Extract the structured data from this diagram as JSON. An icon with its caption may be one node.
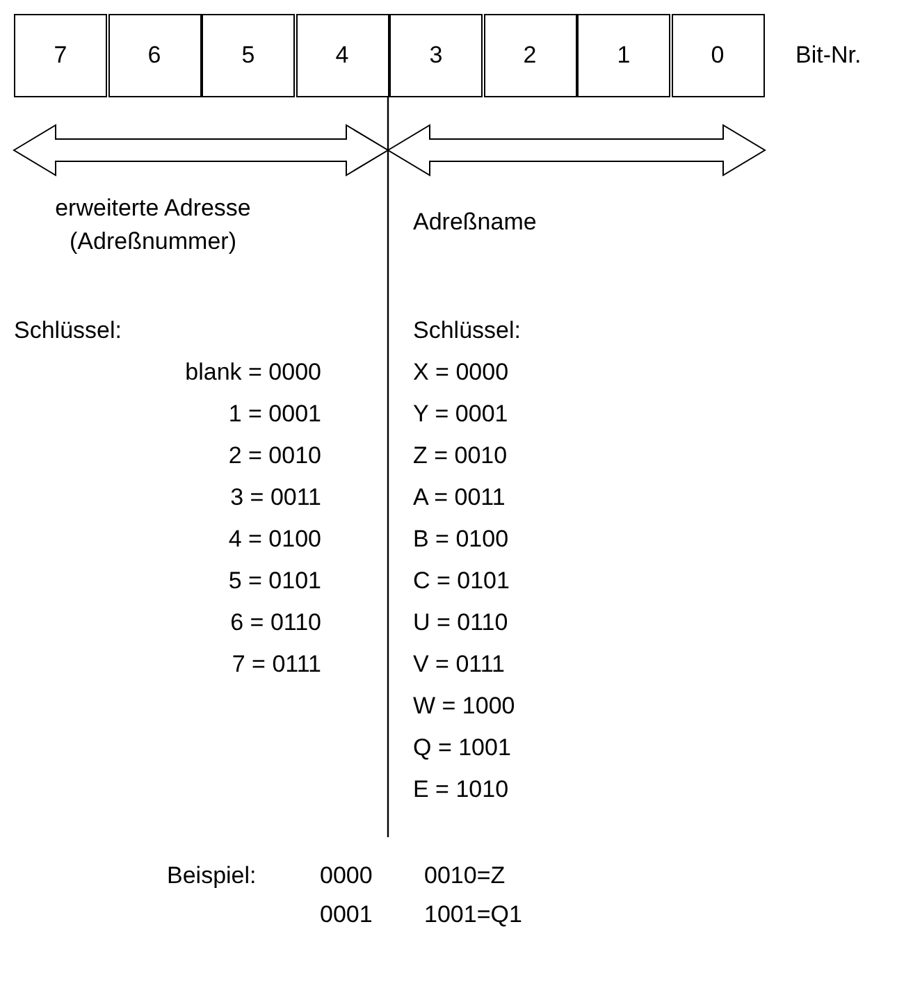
{
  "diagram": {
    "nodes": [
      {
        "text": [
          "7"
        ]
      },
      {
        "text": [
          "6"
        ]
      },
      {
        "text": [
          "5"
        ]
      },
      {
        "text": [
          "4"
        ]
      },
      {
        "text": [
          "3"
        ]
      },
      {
        "text": [
          "2"
        ]
      },
      {
        "text": [
          "1"
        ]
      },
      {
        "text": [
          "0"
        ]
      }
    ],
    "labels": [
      "Bit-Nr.",
      "erweiterte Adresse (Adreßnummer)",
      "Adreßname",
      "Schlüssel:",
      "Schlüssel:",
      "blank = 0000",
      "X = 0000",
      "1 = 0001",
      "Y = 0001",
      "2 = 0010",
      "Z = 0010",
      "3 = 0011",
      "A = 0011",
      "4 = 0100",
      "B = 0100",
      "5 = 0101",
      "C = 0101",
      "6 = 0110",
      "U = 0110",
      "7 = 0111",
      "V = 0111",
      "W = 1000",
      "Q = 1001",
      "E = 1010",
      "Beispiel:",
      "0000",
      "0010=Z",
      "0001",
      "1001=Q1"
    ]
  }
}
